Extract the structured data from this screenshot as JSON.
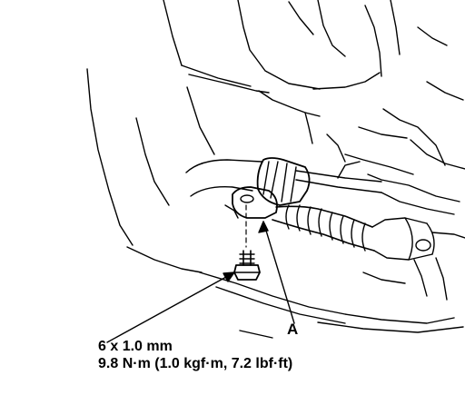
{
  "diagram": {
    "part_label": "A",
    "fastener_size": "6 x 1.0 mm",
    "torque_spec": "9.8 N·m (1.0 kgf·m, 7.2 lbf·ft)",
    "colors": {
      "ink": "#000000",
      "paper": "#ffffff"
    }
  }
}
